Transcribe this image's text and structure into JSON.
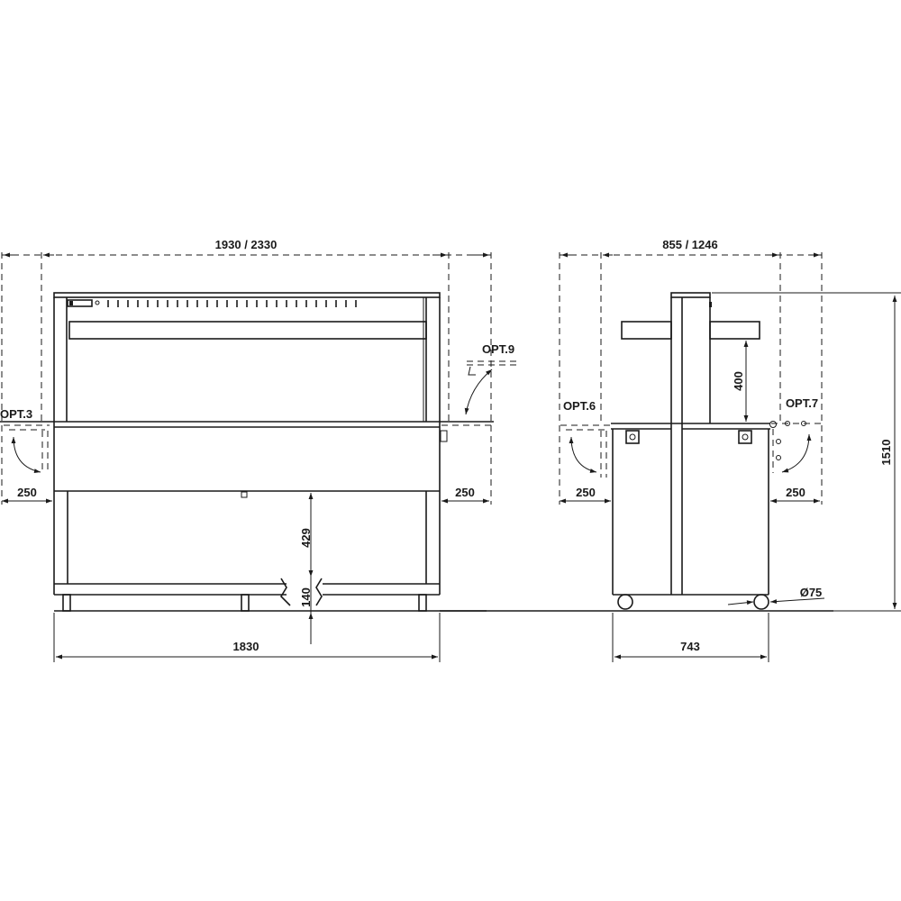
{
  "drawing": {
    "front_view": {
      "overall_width_label": "1930 / 2330",
      "base_width_label": "1830",
      "leg_height_label": "429",
      "base_height_label": "140",
      "left_shelf_label": "250",
      "right_shelf_label": "250",
      "left_option_label": "OPT.3",
      "right_option_label": "OPT.9"
    },
    "side_view": {
      "overall_depth_label": "855 / 1246",
      "base_depth_label": "743",
      "gantry_height_label": "400",
      "overall_height_label": "1510",
      "left_shelf_label": "250",
      "right_shelf_label": "250",
      "left_option_label": "OPT.6",
      "right_option_label": "OPT.7",
      "wheel_diameter_label": "Ø75"
    },
    "colors": {
      "line": "#1a1a1a",
      "background": "#ffffff"
    }
  }
}
